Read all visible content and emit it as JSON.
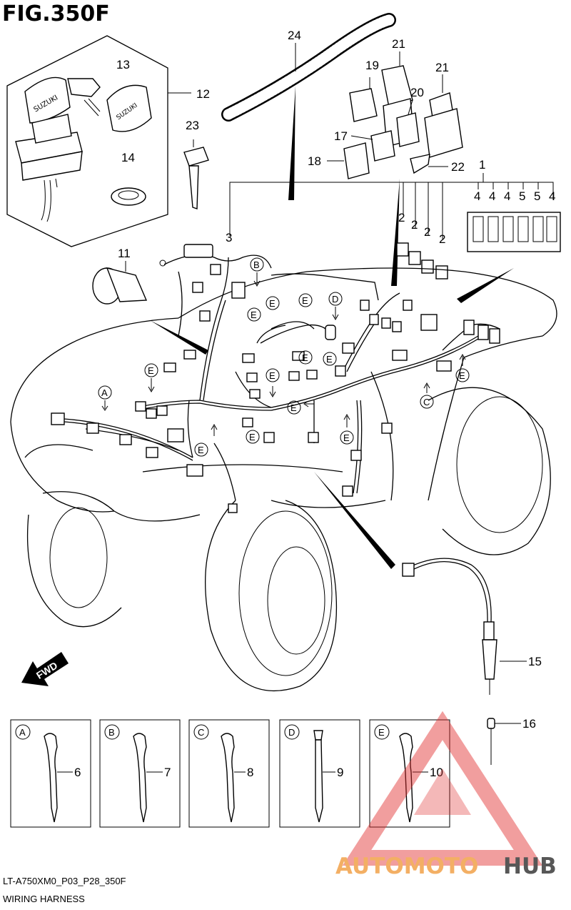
{
  "header": {
    "figure_title": "FIG.350F"
  },
  "footer": {
    "code": "LT-A750XM0_P03_P28_350F",
    "caption": "WIRING HARNESS"
  },
  "callouts": {
    "n1": "1",
    "n2": "2",
    "n3": "3",
    "n4": "4",
    "n5": "5",
    "n6": "6",
    "n7": "7",
    "n8": "8",
    "n9": "9",
    "n10": "10",
    "n11": "11",
    "n12": "12",
    "n13": "13",
    "n14": "14",
    "n15": "15",
    "n16": "16",
    "n17": "17",
    "n18": "18",
    "n19": "19",
    "n20": "20",
    "n21": "21",
    "n22": "22",
    "n23": "23",
    "n24": "24"
  },
  "clamp_letters": {
    "a": "A",
    "b": "B",
    "c": "C",
    "d": "D",
    "e": "E"
  },
  "direction_label": "FWD",
  "brand_mark": "SUZUKI",
  "watermark": {
    "part1": "AUTOMOTO",
    "part2": "HUB",
    "color_main": "#f2a24a",
    "color_accent": "#3a3a3a",
    "triangle_color": "#e03030"
  },
  "colors": {
    "line": "#000000",
    "background": "#ffffff"
  }
}
